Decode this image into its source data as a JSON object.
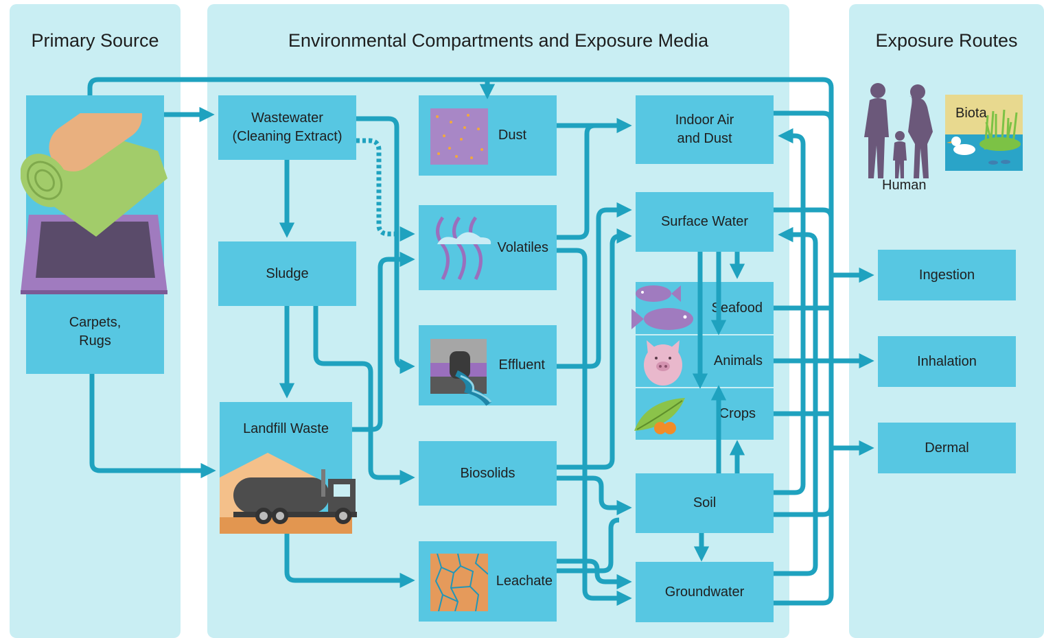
{
  "columns": {
    "primary": "Primary Source",
    "environmental": "Environmental Compartments and Exposure Media",
    "exposure": "Exposure Routes"
  },
  "nodes": {
    "carpets": "Carpets,\nRugs",
    "wastewater": "Wastewater\n(Cleaning Extract)",
    "sludge": "Sludge",
    "landfill": "Landfill Waste",
    "dust": "Dust",
    "volatiles": "Volatiles",
    "effluent": "Effluent",
    "biosolids": "Biosolids",
    "leachate": "Leachate",
    "indoor_air": "Indoor Air\nand Dust",
    "surface_water": "Surface Water",
    "seafood": "Seafood",
    "animals": "Animals",
    "crops": "Crops",
    "soil": "Soil",
    "groundwater": "Groundwater",
    "human": "Human",
    "biota": "Biota"
  },
  "routes": [
    "Ingestion",
    "Inhalation",
    "Dermal"
  ],
  "colors": {
    "panel": "#c9eef3",
    "box": "#57c7e2",
    "arrow": "#1fa2bf",
    "people": "#6b587a"
  },
  "icons": [
    "carpet-roll-icon",
    "dust-particles-icon",
    "volatiles-waves-icon",
    "effluent-pipe-icon",
    "tanker-truck-icon",
    "cracked-soil-icon",
    "fish-icon",
    "pig-icon",
    "crops-icon",
    "family-silhouette-icon",
    "duck-wetland-icon"
  ]
}
